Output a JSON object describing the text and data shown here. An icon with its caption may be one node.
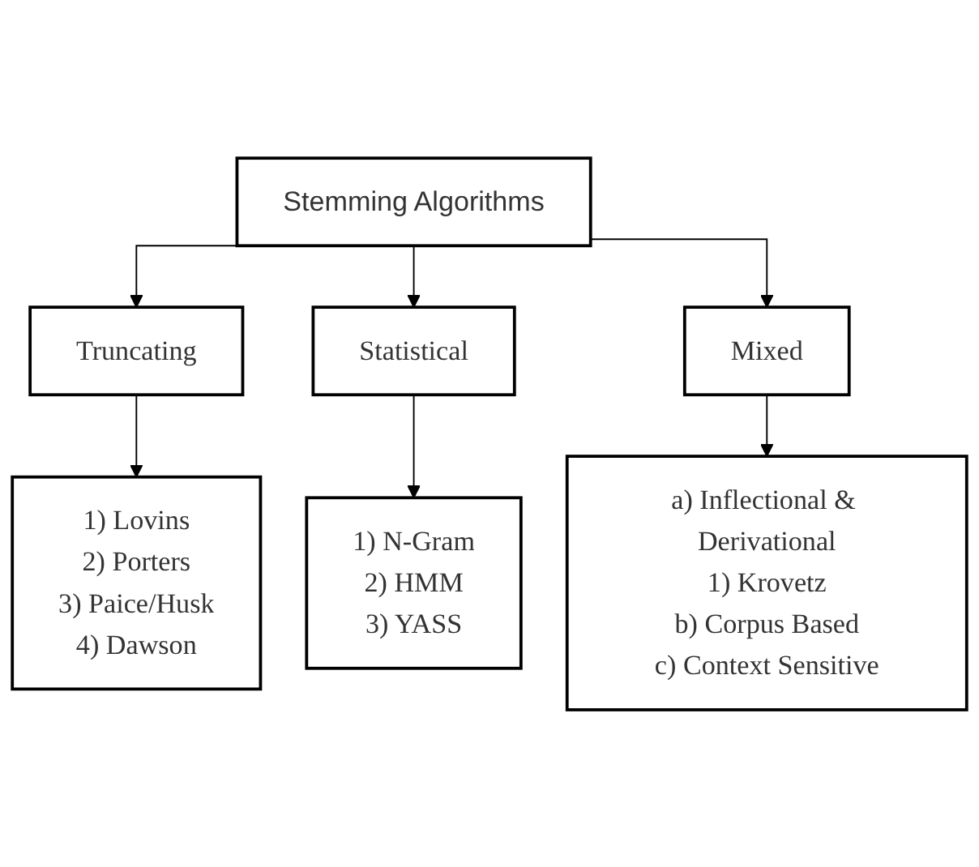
{
  "diagram": {
    "nodes": [
      {
        "text": [
          "Stemming Algorithms"
        ]
      },
      {
        "text": [
          "Truncating"
        ]
      },
      {
        "text": [
          "Statistical"
        ]
      },
      {
        "text": [
          "Mixed"
        ]
      },
      {
        "text": [
          "1) Lovins",
          "2) Porters",
          "3) Paice/Husk",
          "4) Dawson"
        ]
      },
      {
        "text": [
          "1) N-Gram",
          "2) HMM",
          "3) YASS"
        ]
      },
      {
        "text": [
          "a) Inflectional & Derivational",
          "1) Krovetz",
          "b) Corpus Based",
          "c) Context Sensitive"
        ]
      }
    ],
    "edges": [
      {
        "from": 0,
        "to": 1,
        "arrow": "to"
      },
      {
        "from": 0,
        "to": 2,
        "arrow": "to"
      },
      {
        "from": 0,
        "to": 3,
        "arrow": "to"
      },
      {
        "from": 1,
        "to": 4,
        "arrow": "to"
      },
      {
        "from": 2,
        "to": 5,
        "arrow": "to"
      },
      {
        "from": 3,
        "to": 6,
        "arrow": "to"
      }
    ]
  }
}
